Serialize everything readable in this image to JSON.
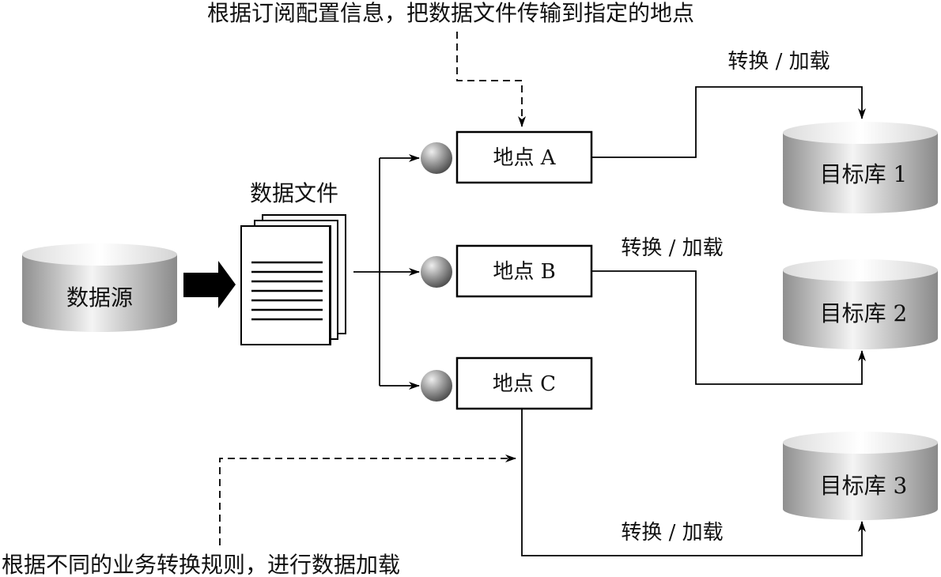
{
  "annotations": {
    "top": "根据订阅配置信息，把数据文件传输到指定的地点",
    "bottom": "根据不同的业务转换规则，进行数据加载"
  },
  "source": {
    "label": "数据源"
  },
  "data_files": {
    "label": "数据文件"
  },
  "sites": [
    {
      "label": "地点 A"
    },
    {
      "label": "地点 B"
    },
    {
      "label": "地点 C"
    }
  ],
  "targets": [
    {
      "label": "目标库 1"
    },
    {
      "label": "目标库 2"
    },
    {
      "label": "目标库 3"
    }
  ],
  "transform_labels": [
    "转换 / 加载",
    "转换 / 加载",
    "转换 / 加载"
  ]
}
